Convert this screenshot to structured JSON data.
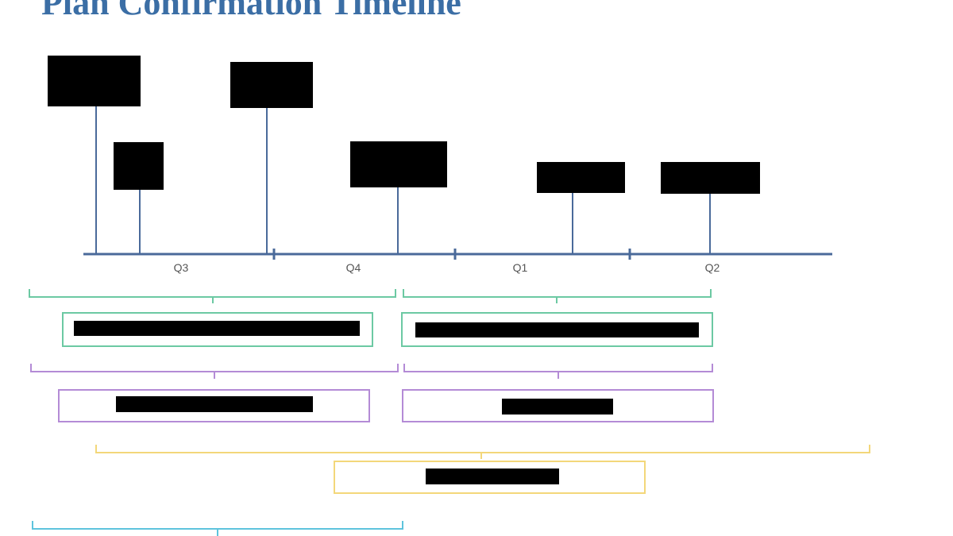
{
  "title": "Plan Confirmation Timeline",
  "axis": {
    "labels": [
      "Q3",
      "Q4",
      "Q1",
      "Q2"
    ]
  },
  "colors": {
    "axis": "#4a6a9a",
    "green": "#6cc9a3",
    "purple": "#b48bd6",
    "yellow": "#f3d77a",
    "cyan": "#5ec4dd",
    "redacted": "#000000"
  }
}
